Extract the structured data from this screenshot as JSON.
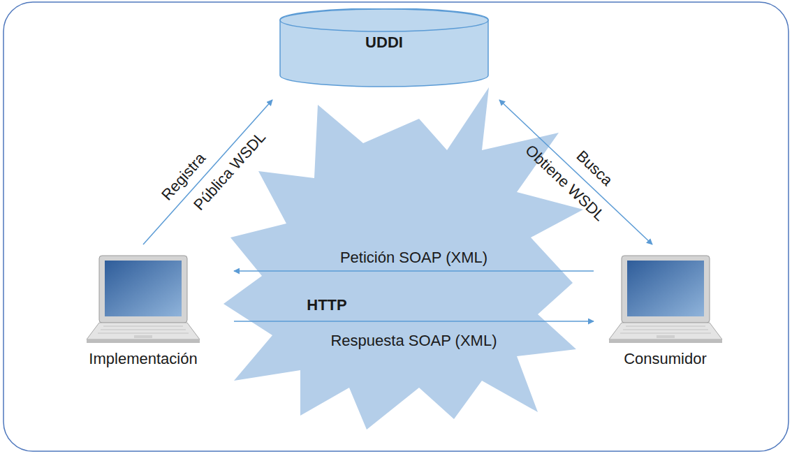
{
  "diagram": {
    "nodes": [
      {
        "text": [
          "UDDI"
        ]
      },
      {
        "text": [
          "Implementación"
        ]
      },
      {
        "text": [
          "Consumidor"
        ]
      }
    ],
    "edges": [
      {
        "from": 1,
        "to": 0,
        "arrow": "to",
        "label": "Registra"
      },
      {
        "from": 0,
        "to": 2,
        "arrow": "both",
        "label": "Busca"
      },
      {
        "from": 2,
        "to": 1,
        "arrow": "to",
        "label": "Petición SOAP (XML)"
      },
      {
        "from": 1,
        "to": 2,
        "arrow": "to",
        "label": "Respuesta SOAP (XML)"
      }
    ],
    "labels": [
      "Pública WSDL",
      "Obtiene WSDL",
      "HTTP"
    ]
  }
}
